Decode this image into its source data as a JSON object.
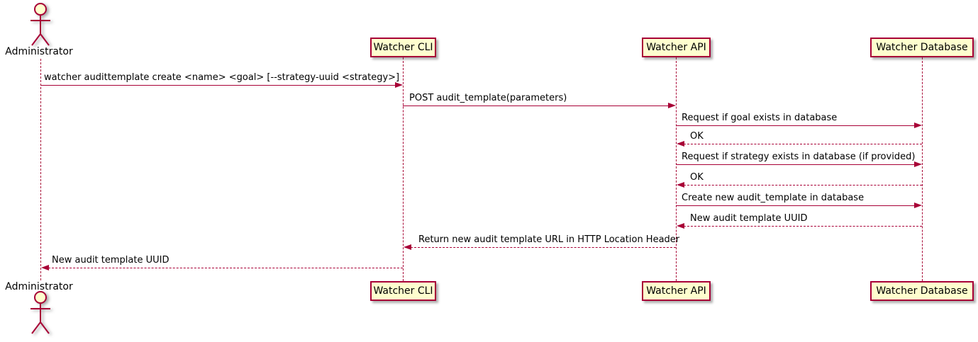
{
  "diagram_type": "sequence",
  "colors": {
    "accent": "#A80036",
    "participant_fill": "#FEFECE",
    "background": "#FFFFFF",
    "text": "#000000"
  },
  "participants": [
    {
      "id": "administrator",
      "label": "Administrator",
      "type": "actor"
    },
    {
      "id": "watcher-cli",
      "label": "Watcher CLI",
      "type": "participant"
    },
    {
      "id": "watcher-api",
      "label": "Watcher API",
      "type": "participant"
    },
    {
      "id": "watcher-database",
      "label": "Watcher Database",
      "type": "participant"
    }
  ],
  "messages": [
    {
      "from": "Administrator",
      "to": "Watcher CLI",
      "line": "solid",
      "label": "watcher audittemplate create <name> <goal> [--strategy-uuid <strategy>]"
    },
    {
      "from": "Watcher CLI",
      "to": "Watcher API",
      "line": "solid",
      "label": "POST audit_template(parameters)"
    },
    {
      "from": "Watcher API",
      "to": "Watcher Database",
      "line": "solid",
      "label": "Request if goal exists in database"
    },
    {
      "from": "Watcher Database",
      "to": "Watcher API",
      "line": "dashed",
      "label": "OK"
    },
    {
      "from": "Watcher API",
      "to": "Watcher Database",
      "line": "solid",
      "label": "Request if strategy exists in database (if provided)"
    },
    {
      "from": "Watcher Database",
      "to": "Watcher API",
      "line": "dashed",
      "label": "OK"
    },
    {
      "from": "Watcher API",
      "to": "Watcher Database",
      "line": "solid",
      "label": "Create new audit_template in database"
    },
    {
      "from": "Watcher Database",
      "to": "Watcher API",
      "line": "dashed",
      "label": "New audit template UUID"
    },
    {
      "from": "Watcher API",
      "to": "Watcher CLI",
      "line": "dashed",
      "label": "Return new audit template URL in HTTP Location Header"
    },
    {
      "from": "Watcher CLI",
      "to": "Administrator",
      "line": "dashed",
      "label": "New audit template UUID"
    }
  ]
}
